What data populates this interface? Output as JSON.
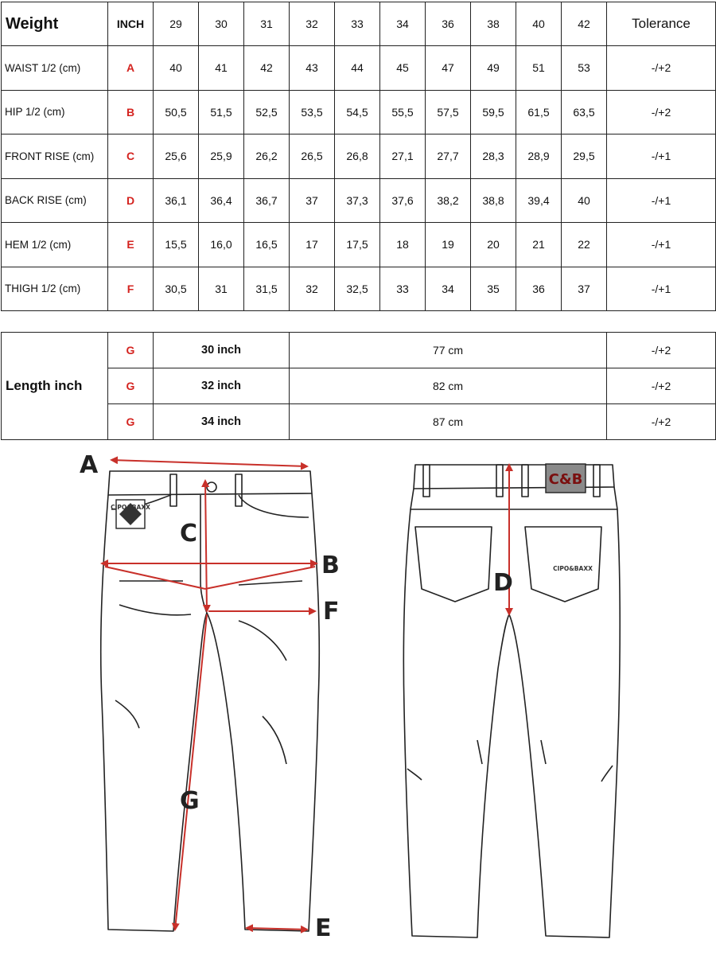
{
  "size_table": {
    "title": "Weight",
    "inch_label": "INCH",
    "tolerance_label": "Tolerance",
    "sizes": [
      "29",
      "30",
      "31",
      "32",
      "33",
      "34",
      "36",
      "38",
      "40",
      "42"
    ],
    "rows": [
      {
        "label": "WAIST 1/2 (cm)",
        "code": "A",
        "values": [
          "40",
          "41",
          "42",
          "43",
          "44",
          "45",
          "47",
          "49",
          "51",
          "53"
        ],
        "tolerance": "-/+2"
      },
      {
        "label": "HIP 1/2 (cm)",
        "code": "B",
        "values": [
          "50,5",
          "51,5",
          "52,5",
          "53,5",
          "54,5",
          "55,5",
          "57,5",
          "59,5",
          "61,5",
          "63,5"
        ],
        "tolerance": "-/+2"
      },
      {
        "label": "FRONT RISE (cm)",
        "code": "C",
        "values": [
          "25,6",
          "25,9",
          "26,2",
          "26,5",
          "26,8",
          "27,1",
          "27,7",
          "28,3",
          "28,9",
          "29,5"
        ],
        "tolerance": "-/+1"
      },
      {
        "label": "BACK RISE (cm)",
        "code": "D",
        "values": [
          "36,1",
          "36,4",
          "36,7",
          "37",
          "37,3",
          "37,6",
          "38,2",
          "38,8",
          "39,4",
          "40"
        ],
        "tolerance": "-/+1"
      },
      {
        "label": "HEM 1/2  (cm)",
        "code": "E",
        "values": [
          "15,5",
          "16,0",
          "16,5",
          "17",
          "17,5",
          "18",
          "19",
          "20",
          "21",
          "22"
        ],
        "tolerance": "-/+1"
      },
      {
        "label": "THIGH 1/2 (cm)",
        "code": "F",
        "values": [
          "30,5",
          "31",
          "31,5",
          "32",
          "32,5",
          "33",
          "34",
          "35",
          "36",
          "37"
        ],
        "tolerance": "-/+1"
      }
    ]
  },
  "length_table": {
    "title": "Length inch",
    "rows": [
      {
        "code": "G",
        "inch": "30 inch",
        "cm": "77 cm",
        "tolerance": "-/+2"
      },
      {
        "code": "G",
        "inch": "32 inch",
        "cm": "82 cm",
        "tolerance": "-/+2"
      },
      {
        "code": "G",
        "inch": "34 inch",
        "cm": "87 cm",
        "tolerance": "-/+2"
      }
    ]
  },
  "diagram": {
    "markers": {
      "a": "A",
      "b": "B",
      "c": "C",
      "d": "D",
      "e": "E",
      "f": "F",
      "g": "G"
    },
    "brand_patch": "C&B",
    "back_pocket_logo": "CIPO&BAXX",
    "front_patch_logo": "CIPO&BAXX"
  },
  "colors": {
    "code_red": "#d4231f",
    "measure_line": "#c8302a",
    "border": "#222222",
    "patch_fill": "#8a8a8a"
  }
}
